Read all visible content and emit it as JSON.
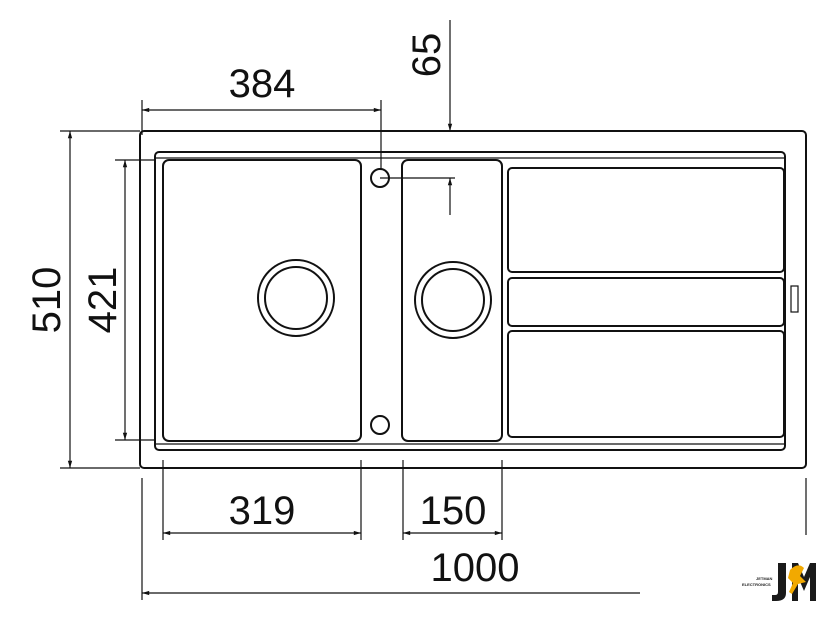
{
  "diagram": {
    "title": "Double bowl sink with drainer - dimensions",
    "dimensions": {
      "bowl_to_tap_hole": "384",
      "tap_hole_offset": "65",
      "overall_depth": "510",
      "bowl_depth": "421",
      "large_bowl_width": "319",
      "small_bowl_width": "150",
      "overall_width": "1000"
    }
  },
  "logo": {
    "line1": "JETMAN",
    "line2": "ELECTRONICS",
    "mark": "JM",
    "colors": {
      "dark": "#1a1a1a",
      "accent": "#f2a900"
    }
  }
}
